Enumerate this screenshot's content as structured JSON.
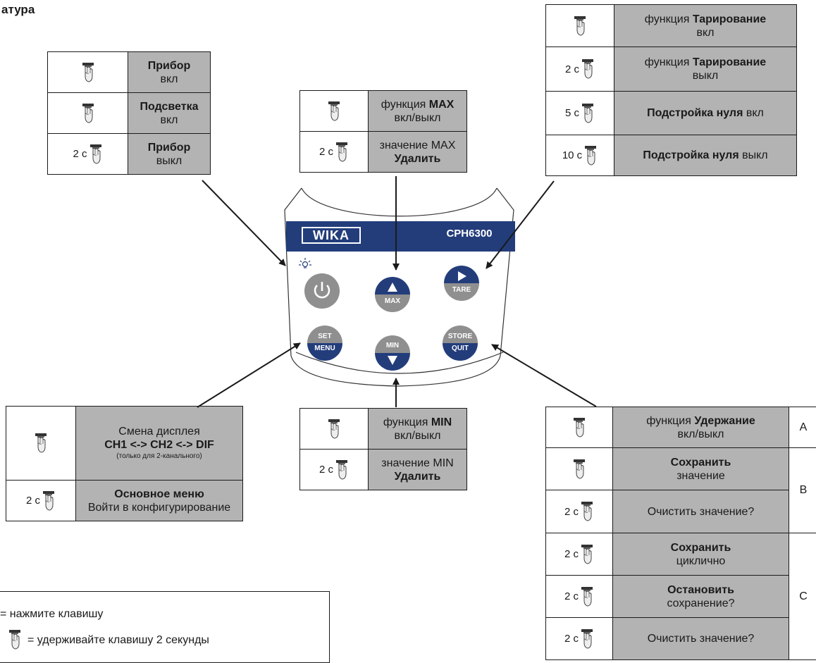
{
  "title": "атура",
  "hold_2s": "2 с",
  "hold_5s": "5 с",
  "hold_10s": "10 с",
  "device": {
    "logo": "WIKA",
    "model": "CPH6300"
  },
  "buttons": {
    "set": "SET",
    "menu": "MENU",
    "max": "MAX",
    "tare": "TARE",
    "min": "MIN",
    "store": "STORE",
    "quit": "QUIT"
  },
  "icons": {
    "hand": "press-key-hand-icon",
    "light": "backlight-icon",
    "power": "power-icon"
  },
  "power_table": [
    {
      "bold": "Прибор",
      "normal": "вкл"
    },
    {
      "bold": "Подсветка",
      "normal": "вкл"
    },
    {
      "bold": "Прибор",
      "normal": "выкл"
    }
  ],
  "max_table": [
    {
      "normal": "функция ",
      "bold": "MAX",
      "line2": "вкл/выкл"
    },
    {
      "normal": "значение MAX",
      "bold": "Удалить"
    }
  ],
  "tare_table": [
    {
      "normal": "функция ",
      "bold": "Тарирование",
      "line2": "вкл"
    },
    {
      "normal": "функция ",
      "bold": "Тарирование",
      "line2": "выкл"
    },
    {
      "bold": "Подстройка нуля",
      "normal": " вкл"
    },
    {
      "bold": "Подстройка нуля",
      "normal": " выкл"
    }
  ],
  "set_table": [
    {
      "line1": "Смена дисплея",
      "bold": "CH1 <-> CH2 <-> DIF",
      "small": "(только для 2-канального)"
    },
    {
      "bold": "Основное меню",
      "normal": "Войти в конфигурирование"
    }
  ],
  "min_table": [
    {
      "normal": "функция ",
      "bold": "MIN",
      "line2": "вкл/выкл"
    },
    {
      "normal": "значение MIN",
      "bold": "Удалить"
    }
  ],
  "store_table": [
    {
      "normal": "функция ",
      "bold": "Удержание",
      "line2": "вкл/выкл"
    },
    {
      "bold": "Сохранить",
      "normal": "значение"
    },
    {
      "normal": "Очистить значение?"
    },
    {
      "bold": "Сохранить",
      "normal": "циклично"
    },
    {
      "bold": "Остановить",
      "normal": "сохранение?"
    },
    {
      "normal": "Очистить значение?"
    }
  ],
  "groups": {
    "a": "A",
    "b": "B",
    "c": "C"
  },
  "legend": {
    "press": "= нажмите клавишу",
    "hold": "= удерживайте клавишу 2 секунды"
  },
  "colors": {
    "navy": "#233d7b",
    "grey": "#8f8f8f",
    "cell": "#b3b3b3"
  }
}
